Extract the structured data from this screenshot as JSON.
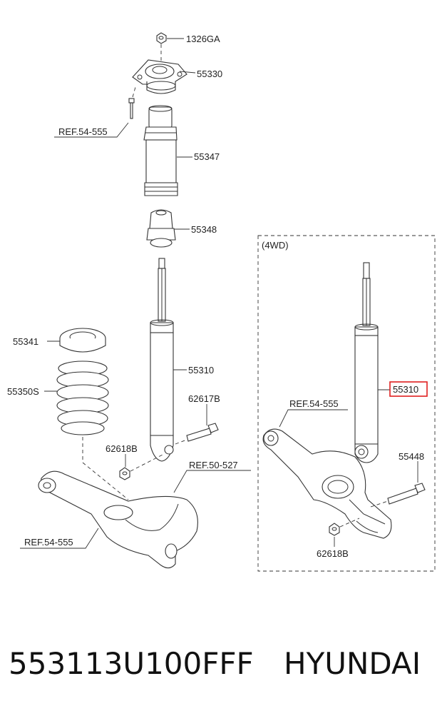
{
  "labels": {
    "l1326ga": "1326GA",
    "l55330": "55330",
    "lref_top": "REF.54-555",
    "l55347": "55347",
    "l55348": "55348",
    "l55341": "55341",
    "l55350s": "55350S",
    "l55310_left": "55310",
    "l62617b": "62617B",
    "l62618b_left": "62618B",
    "lref_50": "REF.50-527",
    "lref_bottom": "REF.54-555",
    "l4wd": "(4WD)",
    "lref_4wd": "REF.54-555",
    "l55310_right": "55310",
    "l55448": "55448",
    "l62618b_right": "62618B"
  },
  "footer": {
    "part_number": "553113U100FFF",
    "brand": "HYUNDAI"
  },
  "colors": {
    "highlight": "#e02020",
    "line": "#333333"
  }
}
